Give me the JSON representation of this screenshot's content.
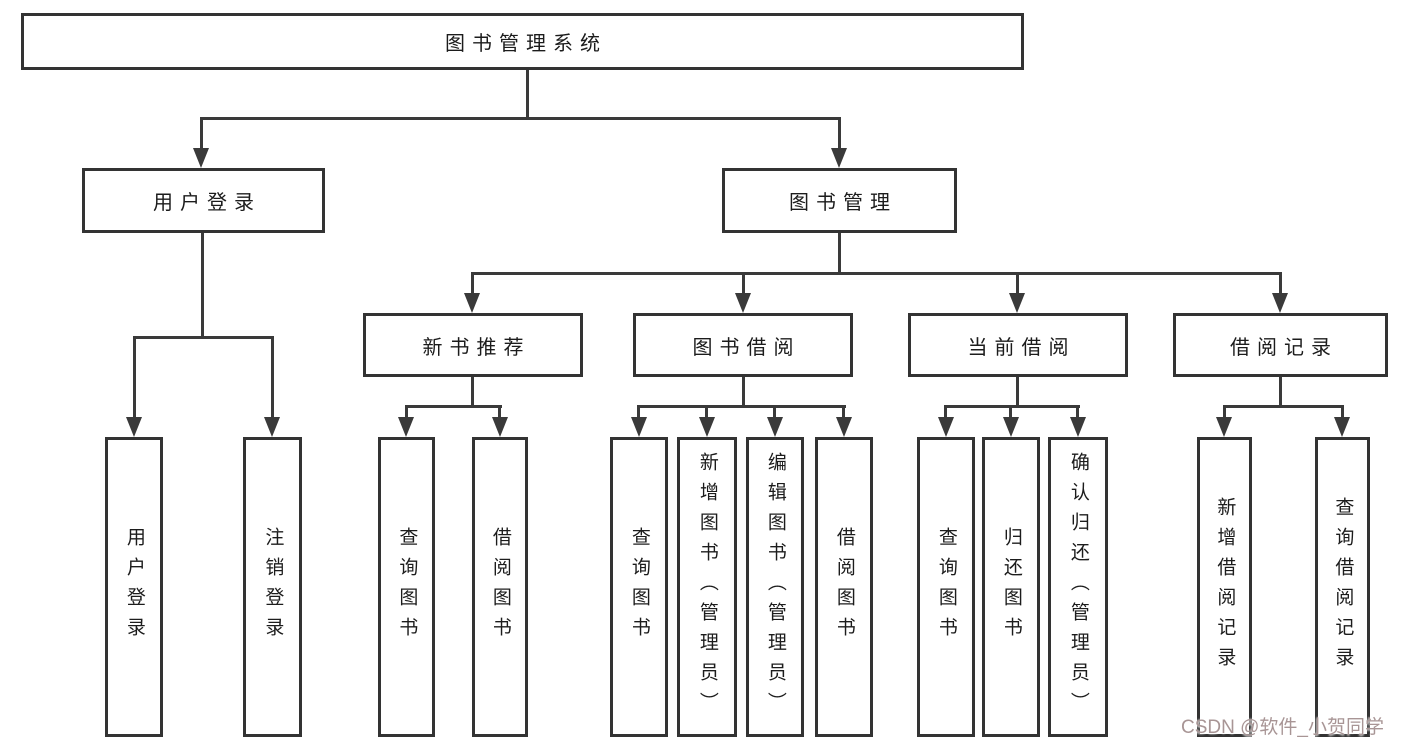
{
  "diagram": {
    "root": {
      "label": "图书管理系统"
    },
    "login": {
      "label": "用户登录",
      "children": [
        "用户登录",
        "注销登录"
      ]
    },
    "management": {
      "label": "图书管理",
      "sections": [
        {
          "label": "新书推荐",
          "children": [
            "查询图书",
            "借阅图书"
          ]
        },
        {
          "label": "图书借阅",
          "children": [
            "查询图书",
            "新增图书（管理员）",
            "编辑图书（管理员）",
            "借阅图书"
          ]
        },
        {
          "label": "当前借阅",
          "children": [
            "查询图书",
            "归还图书",
            "确认归还（管理员）"
          ]
        },
        {
          "label": "借阅记录",
          "children": [
            "新增借阅记录",
            "查询借阅记录"
          ]
        }
      ]
    }
  },
  "watermark": {
    "text": "CSDN @软件_小贺同学",
    "color": "#a89595"
  },
  "colors": {
    "line": "#3a3a3a",
    "box_border": "#333333",
    "text": "#1c1c1c",
    "background": "#ffffff"
  }
}
